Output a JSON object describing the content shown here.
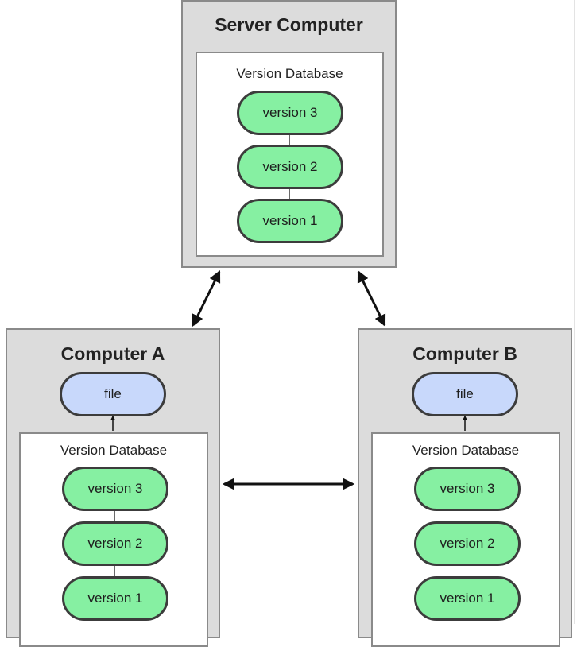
{
  "server": {
    "title": "Server Computer",
    "db_title": "Version Database",
    "versions": [
      "version 3",
      "version 2",
      "version 1"
    ]
  },
  "computer_a": {
    "title": "Computer A",
    "file_label": "file",
    "db_title": "Version Database",
    "versions": [
      "version 3",
      "version 2",
      "version 1"
    ]
  },
  "computer_b": {
    "title": "Computer B",
    "file_label": "file",
    "db_title": "Version Database",
    "versions": [
      "version 3",
      "version 2",
      "version 1"
    ]
  },
  "colors": {
    "version_fill": "#86f0a2",
    "file_fill": "#c8d8fb",
    "box_fill": "#dcdcdc",
    "border": "#8a8a8a"
  }
}
